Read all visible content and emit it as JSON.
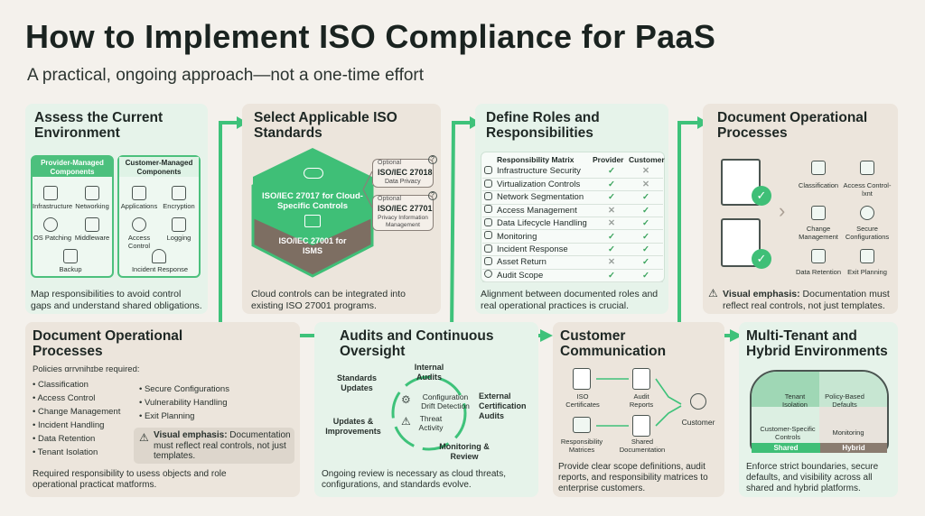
{
  "title": "How to Implement ISO Compliance for PaaS",
  "subtitle": "A practical, ongoing approach—not a one-time effort",
  "assess": {
    "title": "Assess the Current Environment",
    "provider_header": "Provider-Managed Components",
    "customer_header": "Customer-Managed Components",
    "provider_items": [
      "Infrastructure",
      "Networking",
      "OS Patching",
      "Middleware",
      "Backup"
    ],
    "customer_items": [
      "Applications",
      "Encryption",
      "Access Control",
      "Logging",
      "Incident Response"
    ],
    "note": "Map responsibilities to avoid control gaps and understand shared obligations."
  },
  "select": {
    "title": "Select Applicable ISO Standards",
    "main_top": "ISO/IEC 27017 for Cloud-Specific Controls",
    "main_bottom": "ISO/IEC 27001 for ISMS",
    "opt1_tag": "Optional",
    "opt1_name": "ISO/IEC 27018",
    "opt1_desc": "Data Privacy",
    "opt2_tag": "Optional",
    "opt2_name": "ISO/IEC 27701",
    "opt2_desc": "Privacy Information Management",
    "note": "Cloud controls can be integrated into existing ISO 27001 programs."
  },
  "roles": {
    "title": "Define Roles and Responsibilities",
    "col_matrix": "Responsibility Matrix",
    "col_provider": "Provider",
    "col_customer": "Customer",
    "rows": [
      {
        "label": "Infrastructure Security",
        "provider": "✓",
        "customer": "✕"
      },
      {
        "label": "Virtualization Controls",
        "provider": "✓",
        "customer": "✕"
      },
      {
        "label": "Network Segmentation",
        "provider": "✓",
        "customer": "✓"
      },
      {
        "label": "Access Management",
        "provider": "✕",
        "customer": "✓"
      },
      {
        "label": "Data Lifecycle Handling",
        "provider": "✕",
        "customer": "✓"
      },
      {
        "label": "Monitoring",
        "provider": "✓",
        "customer": "✓"
      },
      {
        "label": "Incident Response",
        "provider": "✓",
        "customer": "✓"
      },
      {
        "label": "Asset Return",
        "provider": "✕",
        "customer": "✓"
      },
      {
        "label": "Audit Scope",
        "provider": "✓",
        "customer": "✓"
      }
    ],
    "note": "Alignment between documented roles and real operational practices is crucial."
  },
  "docops_top": {
    "title": "Document Operational Processes",
    "items": [
      "Classification",
      "Access Control-lxnt",
      "Change Management",
      "Secure Configurations",
      "Data Retention",
      "Exit Planning"
    ],
    "emph_label": "Visual emphasis:",
    "emph_text": " Documentation must reflect real controls, not just templates."
  },
  "docops": {
    "title": "Document Operational Processes",
    "intro": "Policies ɑrrvnihɪbe required:",
    "left_items": [
      "Classification",
      "Access Control",
      "Change Management",
      "Incident Handling",
      "Data Retention",
      "Tenant Isolation"
    ],
    "right_items": [
      "Secure Configurations",
      "Vulnerability Handling",
      "Exit Planning"
    ],
    "emph_label": "Visual emphasis:",
    "emph_text": " Documentation must reflect real controls, not just templates.",
    "note": "Required responsibility to usess objects and role operational practicat matforms."
  },
  "audits": {
    "title": "Audits and Continuous Oversight",
    "internal": "Internal Audits",
    "external": "External Certification Audits",
    "monitoring": "Monitoring & Review",
    "updates": "Updates & Improvements",
    "standards": "Standards Updates",
    "config": "Configuration Drift Detection",
    "threat": "Threat Activity",
    "note": "Ongoing review is necessary as cloud threats, configurations, and standards evolve."
  },
  "customer": {
    "title": "Customer Communication",
    "iso": "ISO Certificates",
    "audit": "Audit Reports",
    "matrices": "Responsibility Matrices",
    "shared": "Shared Documentation",
    "cust": "Customer",
    "note": "Provide clear scope definitions, audit reports, and responsibility matrices to enterprise customers."
  },
  "tenant": {
    "title": "Multi-Tenant and Hybrid Environments",
    "iso": "Tenant Isolation",
    "policy": "Policy-Based Defaults",
    "controls": "Customer-Specific Controls",
    "monitoring": "Monitoring",
    "shared": "Shared",
    "hybrid": "Hybrid",
    "note": "Enforce strict boundaries, secure defaults, and visibility across all shared and hybrid platforms."
  },
  "colors": {
    "accent": "#3ec27a",
    "green_panel": "#e6f3ea",
    "beige_panel": "#ece5dc",
    "check": "#3aa35c"
  }
}
